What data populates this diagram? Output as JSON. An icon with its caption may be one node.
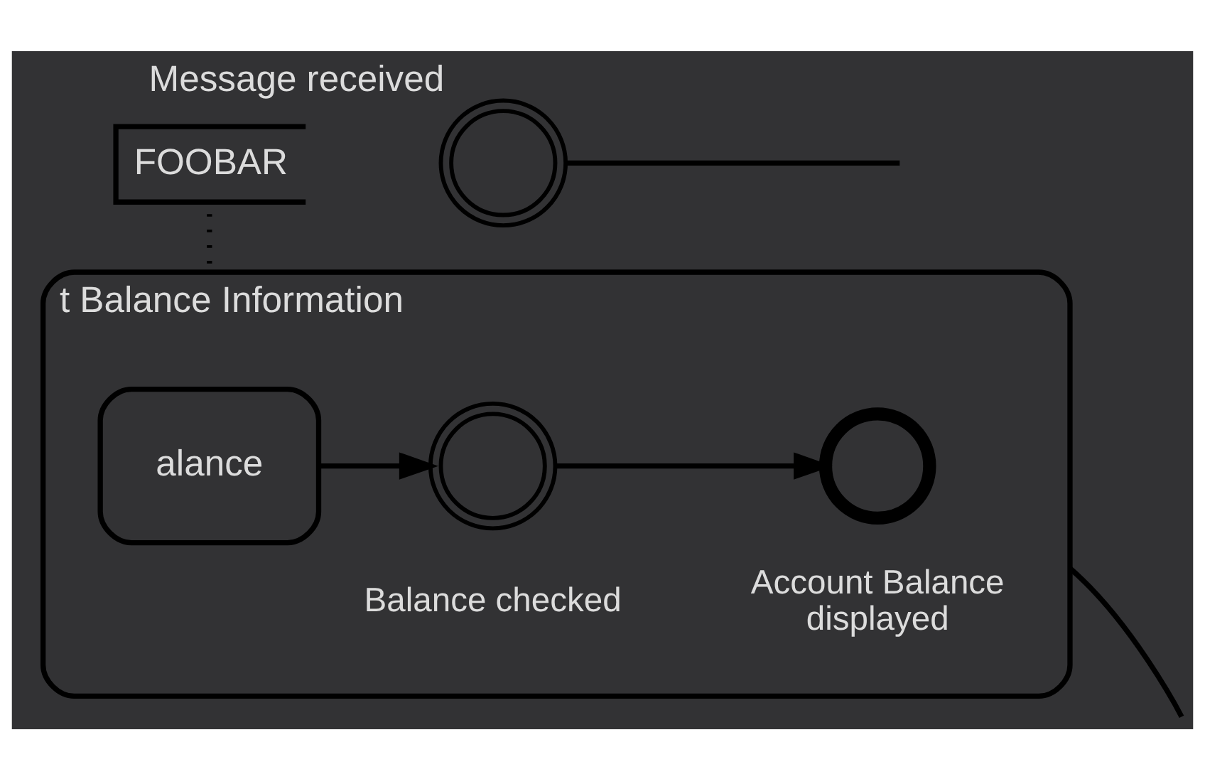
{
  "diagram": {
    "nodes": [
      {
        "text": [
          "FOOBAR"
        ]
      },
      {
        "text": [
          "t Balance Information"
        ]
      },
      {
        "text": [],
        "shape": "circle",
        "beside": [
          "Message received"
        ]
      },
      {
        "text": [
          "alance"
        ],
        "in": 1
      },
      {
        "text": [],
        "shape": "circle",
        "beside": [
          "Balance checked"
        ],
        "in": 1
      },
      {
        "text": [],
        "shape": "circle",
        "beside": [
          "Account Balance displayed"
        ],
        "in": 1
      }
    ],
    "edges": [
      {
        "from": 0,
        "to": 1,
        "arrow": "none",
        "style": "dashed"
      },
      {
        "from": 3,
        "to": 4,
        "arrow": "to"
      },
      {
        "from": 4,
        "to": 5,
        "arrow": "to"
      },
      {
        "from": 2,
        "to": null,
        "arrow": "none"
      },
      {
        "from": 1,
        "to": null,
        "arrow": "none"
      }
    ]
  }
}
